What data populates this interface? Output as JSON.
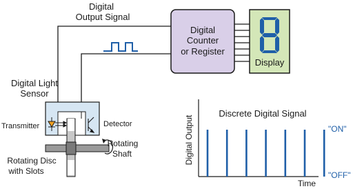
{
  "labels": {
    "digital_output_line1": "Digital",
    "digital_output_line2": "Output Signal",
    "counter_line1": "Digital",
    "counter_line2": "Counter",
    "counter_line3": "or Register",
    "display": "Display",
    "display_digit": "8",
    "light_sensor_line1": "Digital Light",
    "light_sensor_line2": "Sensor",
    "transmitter": "Transmitter",
    "detector": "Detector",
    "rotating_shaft_line1": "Rotating",
    "rotating_shaft_line2": "Shaft",
    "disc_line1": "Rotating Disc",
    "disc_line2": "with Slots"
  },
  "colors": {
    "counter_fill": "#d9cfe8",
    "display_fill": "#d4e7b8",
    "sensor_fill": "#d6e6f3",
    "digit_color": "#1f5fa8",
    "signal_color": "#1f5fa8"
  },
  "chart_data": {
    "type": "line",
    "title": "Discrete Digital Signal",
    "xlabel": "Time",
    "ylabel": "Digital Output",
    "level_labels": {
      "high": "\"ON\"",
      "low": "\"OFF\""
    },
    "pulse_count": 7,
    "grid": false
  }
}
